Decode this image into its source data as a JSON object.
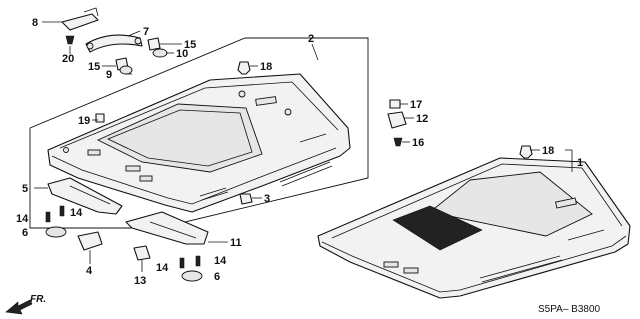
{
  "diagram": {
    "code": "S5PA– B3800",
    "direction": "FR.",
    "callouts": {
      "c1": "1",
      "c2": "2",
      "c3": "3",
      "c4": "4",
      "c5": "5",
      "c6a": "6",
      "c6b": "6",
      "c7": "7",
      "c8": "8",
      "c9": "9",
      "c10": "10",
      "c11": "11",
      "c12": "12",
      "c13": "13",
      "c14a": "14",
      "c14b": "14",
      "c14c": "14",
      "c14d": "14",
      "c15a": "15",
      "c15b": "15",
      "c16": "16",
      "c17": "17",
      "c18a": "18",
      "c18b": "18",
      "c19": "19",
      "c20": "20"
    }
  }
}
